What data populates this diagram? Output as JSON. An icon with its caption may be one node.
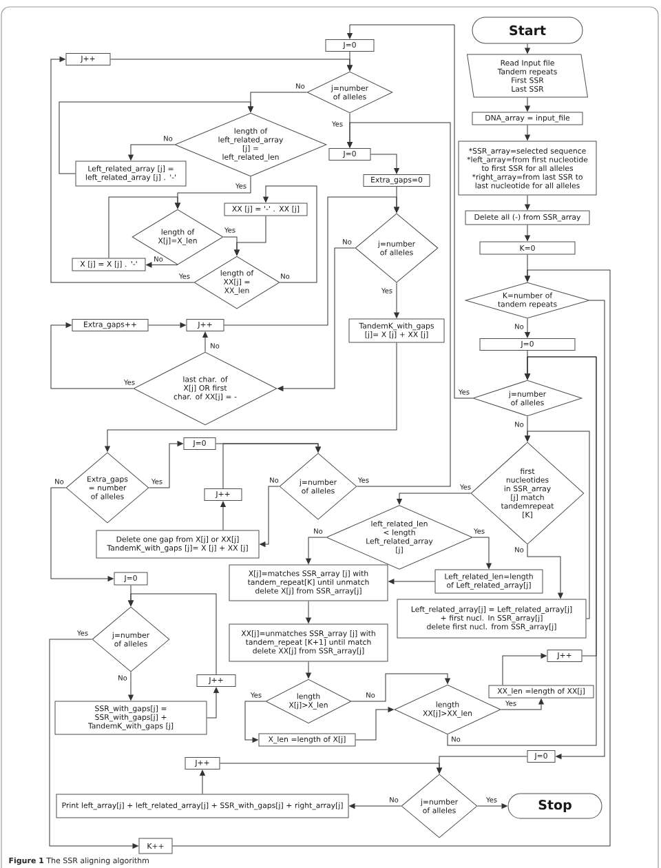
{
  "diagram": {
    "caption": "**Figure 1** The SSR aligning algorithm",
    "nodes": [
      {
        "text": [
          "Start"
        ]
      },
      {
        "text": [
          "Read Input file",
          "Tandem repeats",
          "First SSR",
          "Last SSR"
        ]
      },
      {
        "text": [
          "DNA_array = input_file"
        ]
      },
      {
        "text": [
          "*SSR_array=selected sequence",
          "*left_array=from first nucleotide to first SSR for all alleles",
          "*right_array=from last SSR to last nucleotide for all alleles"
        ]
      },
      {
        "text": [
          "Delete all (-) from SSR_array"
        ]
      },
      {
        "text": [
          "K=0"
        ]
      },
      {
        "text": [
          "K=number of tandem repeats"
        ]
      },
      {
        "text": [
          "J=0"
        ]
      },
      {
        "text": [
          "j=number of alleles"
        ]
      },
      {
        "text": [
          "first nucleotides in SSR_array [j] match tandemrepeat [K]"
        ]
      },
      {
        "text": [
          "left_related_len < length Left_related_array [j]"
        ]
      },
      {
        "text": [
          "Left_related_len=length of Left_related_array[j]"
        ]
      },
      {
        "text": [
          "Left_related_array[j] = Left_related_array[j] + first nucl. In SSR_array[j]",
          "delete first nucl. from SSR_array[j]"
        ]
      },
      {
        "text": [
          "X[j]=matches SSR_array [j] with tandem_repeat[K] until unmatch",
          "delete X[j] from SSR_array[j]"
        ]
      },
      {
        "text": [
          "XX[j]=unmatches SSR_array [j] with tandem_repeat [K+1] until match",
          "delete XX[j] from SSR_array[j]"
        ]
      },
      {
        "text": [
          "length X[j]>X_len"
        ]
      },
      {
        "text": [
          "X_len =length of X[j]"
        ]
      },
      {
        "text": [
          "length XX[j]>XX_len"
        ]
      },
      {
        "text": [
          "XX_len =length of XX[j]"
        ]
      },
      {
        "text": [
          "J++"
        ]
      },
      {
        "text": [
          "J=0"
        ]
      },
      {
        "text": [
          "j=number of alleles"
        ]
      },
      {
        "text": [
          "Stop"
        ]
      },
      {
        "text": [
          "Print left_array[j] + left_related_array[j] + SSR_with_gaps[j] + right_array[j]"
        ]
      },
      {
        "text": [
          "J++"
        ]
      },
      {
        "text": [
          "J=0"
        ]
      },
      {
        "text": [
          "j=number of alleles"
        ]
      },
      {
        "text": [
          "J=0"
        ]
      },
      {
        "text": [
          "Extra_gaps=0"
        ]
      },
      {
        "text": [
          "j=number of alleles"
        ]
      },
      {
        "text": [
          "TandemK_with_gaps [j]= X [j] + XX [j]"
        ]
      },
      {
        "text": [
          "J++"
        ]
      },
      {
        "text": [
          "length of left_related_array [j] = left_related_len"
        ]
      },
      {
        "text": [
          "Left_related_array [j] = left_related_array [j] . '-'"
        ]
      },
      {
        "text": [
          "length of X[j]=X_len"
        ]
      },
      {
        "text": [
          "X [j] = X [j] . '-'"
        ]
      },
      {
        "text": [
          "XX [j] = '-' . XX [j]"
        ]
      },
      {
        "text": [
          "length of XX[j] = XX_len"
        ]
      },
      {
        "text": [
          "Extra_gaps++"
        ]
      },
      {
        "text": [
          "J++"
        ]
      },
      {
        "text": [
          "last char. of X[j] OR first char. of XX[j] = -"
        ]
      },
      {
        "text": [
          "Extra_gaps = number of alleles"
        ]
      },
      {
        "text": [
          "J=0"
        ]
      },
      {
        "text": [
          "j=number of alleles"
        ]
      },
      {
        "text": [
          "J++"
        ]
      },
      {
        "text": [
          "Delete one gap from X[j] or XX[j]",
          "TandemK_with_gaps [j]= X [j] + XX [j]"
        ]
      },
      {
        "text": [
          "J=0"
        ]
      },
      {
        "text": [
          "j=number of alleles"
        ]
      },
      {
        "text": [
          "J++"
        ]
      },
      {
        "text": [
          "SSR_with_gaps[j] = SSR_with_gaps[j] + TandemK_with_gaps [j]"
        ]
      },
      {
        "text": [
          "K++"
        ]
      }
    ],
    "edges": [
      {
        "from": 0,
        "to": 1,
        "arrow": "to"
      },
      {
        "from": 1,
        "to": 2,
        "arrow": "to"
      },
      {
        "from": 2,
        "to": 3,
        "arrow": "to"
      },
      {
        "from": 3,
        "to": 4,
        "arrow": "to"
      },
      {
        "from": 4,
        "to": 5,
        "arrow": "to"
      },
      {
        "from": 5,
        "to": 6,
        "arrow": "to"
      },
      {
        "from": 6,
        "to": 7,
        "arrow": "to",
        "label": "No"
      },
      {
        "from": 7,
        "to": 8,
        "arrow": "to"
      },
      {
        "from": 8,
        "to": 9,
        "arrow": "to",
        "label": "No"
      },
      {
        "from": 9,
        "to": 10,
        "arrow": "to",
        "label": "Yes"
      },
      {
        "from": 9,
        "to": 12,
        "arrow": "to",
        "label": "No"
      },
      {
        "from": 12,
        "to": 9,
        "arrow": "to"
      },
      {
        "from": 10,
        "to": 11,
        "arrow": "to",
        "label": "Yes"
      },
      {
        "from": 10,
        "to": 13,
        "arrow": "to",
        "label": "No"
      },
      {
        "from": 11,
        "to": 13,
        "arrow": "to"
      },
      {
        "from": 13,
        "to": 14,
        "arrow": "to"
      },
      {
        "from": 14,
        "to": 15,
        "arrow": "to"
      },
      {
        "from": 15,
        "to": 16,
        "arrow": "to",
        "label": "Yes"
      },
      {
        "from": 15,
        "to": 17,
        "arrow": "to",
        "label": "No"
      },
      {
        "from": 16,
        "to": 17,
        "arrow": "to"
      },
      {
        "from": 17,
        "to": 18,
        "arrow": "to",
        "label": "Yes"
      },
      {
        "from": 17,
        "to": 8,
        "arrow": "to",
        "label": "No"
      },
      {
        "from": 18,
        "to": 19,
        "arrow": "to"
      },
      {
        "from": 19,
        "to": 8,
        "arrow": "to"
      },
      {
        "from": 8,
        "to": 25,
        "arrow": "to",
        "label": "Yes"
      },
      {
        "from": 6,
        "to": 20,
        "arrow": "to"
      },
      {
        "from": 20,
        "to": 21,
        "arrow": "to"
      },
      {
        "from": 21,
        "to": 22,
        "arrow": "to",
        "label": "Yes"
      },
      {
        "from": 21,
        "to": 23,
        "arrow": "to",
        "label": "No"
      },
      {
        "from": 23,
        "to": 24,
        "arrow": "to"
      },
      {
        "from": 24,
        "to": 21,
        "arrow": "to"
      },
      {
        "from": 25,
        "to": 26,
        "arrow": "to"
      },
      {
        "from": 26,
        "to": 27,
        "arrow": "to",
        "label": "Yes"
      },
      {
        "from": 26,
        "to": 32,
        "arrow": "to",
        "label": "No"
      },
      {
        "from": 31,
        "to": 26,
        "arrow": "to"
      },
      {
        "from": 32,
        "to": 33,
        "arrow": "to",
        "label": "No"
      },
      {
        "from": 33,
        "to": 32,
        "arrow": "to"
      },
      {
        "from": 32,
        "to": 34,
        "arrow": "to",
        "label": "Yes"
      },
      {
        "from": 34,
        "to": 35,
        "arrow": "to",
        "label": "No"
      },
      {
        "from": 35,
        "to": 34,
        "arrow": "to"
      },
      {
        "from": 34,
        "to": 37,
        "arrow": "to",
        "label": "Yes"
      },
      {
        "from": 37,
        "to": 36,
        "arrow": "to",
        "label": "No"
      },
      {
        "from": 36,
        "to": 37,
        "arrow": "to"
      },
      {
        "from": 37,
        "to": 31,
        "arrow": "to",
        "label": "Yes"
      },
      {
        "from": 27,
        "to": 28,
        "arrow": "to"
      },
      {
        "from": 28,
        "to": 29,
        "arrow": "to"
      },
      {
        "from": 29,
        "to": 30,
        "arrow": "to",
        "label": "Yes"
      },
      {
        "from": 29,
        "to": 40,
        "arrow": "to",
        "label": "No"
      },
      {
        "from": 40,
        "to": 39,
        "arrow": "to",
        "label": "No"
      },
      {
        "from": 40,
        "to": 38,
        "arrow": "to",
        "label": "Yes"
      },
      {
        "from": 38,
        "to": 39,
        "arrow": "to"
      },
      {
        "from": 39,
        "to": 29,
        "arrow": "to"
      },
      {
        "from": 30,
        "to": 41,
        "arrow": "to"
      },
      {
        "from": 41,
        "to": 42,
        "arrow": "to",
        "label": "Yes"
      },
      {
        "from": 41,
        "to": 46,
        "arrow": "to",
        "label": "No"
      },
      {
        "from": 42,
        "to": 43,
        "arrow": "to"
      },
      {
        "from": 43,
        "to": 45,
        "arrow": "to",
        "label": "No"
      },
      {
        "from": 45,
        "to": 44,
        "arrow": "to"
      },
      {
        "from": 44,
        "to": 43,
        "arrow": "to"
      },
      {
        "from": 43,
        "to": 27,
        "arrow": "to",
        "label": "Yes"
      },
      {
        "from": 46,
        "to": 47,
        "arrow": "to"
      },
      {
        "from": 47,
        "to": 49,
        "arrow": "to",
        "label": "No"
      },
      {
        "from": 49,
        "to": 48,
        "arrow": "to"
      },
      {
        "from": 48,
        "to": 47,
        "arrow": "to"
      },
      {
        "from": 47,
        "to": 50,
        "arrow": "to",
        "label": "Yes"
      },
      {
        "from": 50,
        "to": 6,
        "arrow": "to"
      }
    ]
  }
}
